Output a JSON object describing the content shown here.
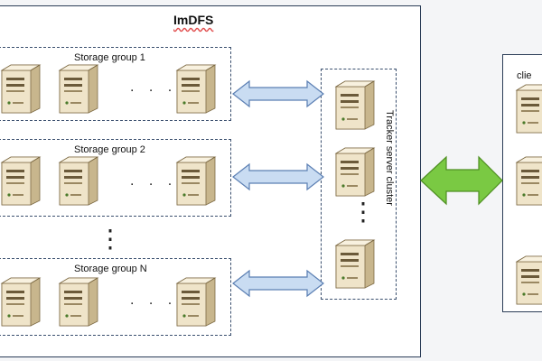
{
  "diagram": {
    "system_title": "ImDFS",
    "groups": [
      {
        "label": "Storage group 1",
        "ellipsis": ". . ."
      },
      {
        "label": "Storage group 2",
        "ellipsis": ". . ."
      },
      {
        "label": "Storage group N",
        "ellipsis": ". . ."
      }
    ],
    "group_ellipsis": "⋮",
    "tracker": {
      "label": "Tracker server cluster",
      "ellipsis": "⋮"
    },
    "client": {
      "label": "clie"
    }
  },
  "colors": {
    "frame": "#2b3d57",
    "blue_arrow": "#c9dcf2",
    "blue_arrow_stroke": "#5b7fb3",
    "green_arrow": "#7ac943",
    "green_arrow_stroke": "#4e8f22",
    "server_body": "#efe4c9",
    "server_side": "#c8b68d"
  },
  "icons": {
    "server": "server-icon",
    "bidirectional": "double-arrow-icon"
  }
}
